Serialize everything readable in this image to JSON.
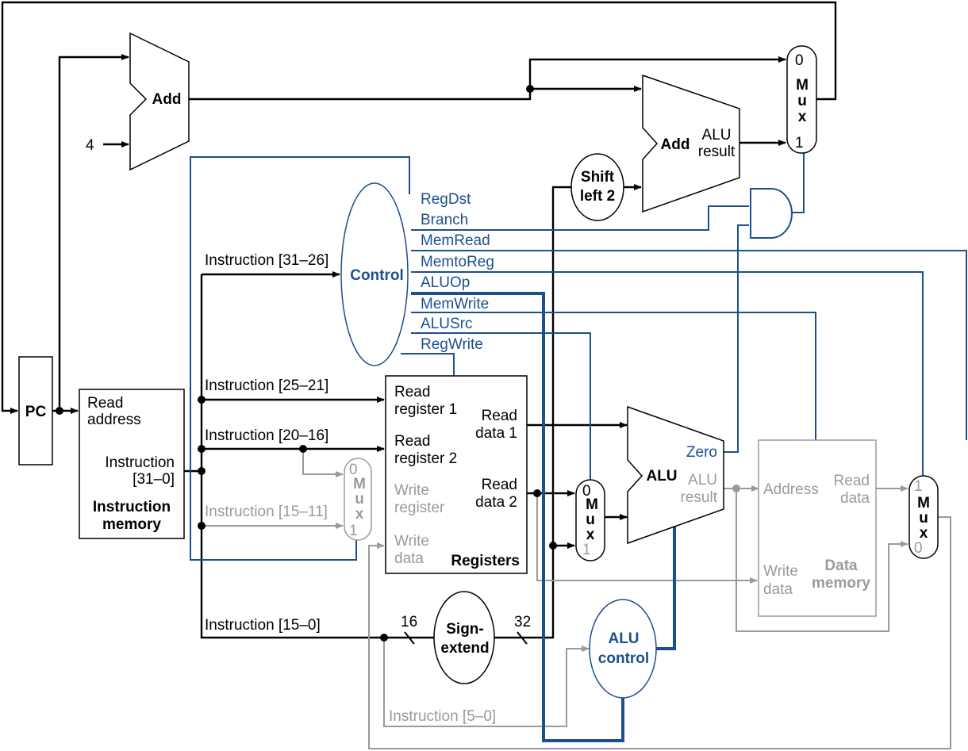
{
  "components": {
    "pc": "PC",
    "add_top": "Add",
    "const_four": "4",
    "add_branch": {
      "label": "Add",
      "result1": "ALU",
      "result2": "result"
    },
    "shift_left": {
      "line1": "Shift",
      "line2": "left 2"
    },
    "mux_pc": {
      "in0": "0",
      "in1": "1",
      "m": "M",
      "u": "u",
      "x": "x"
    },
    "mux_regdst": {
      "in0": "0",
      "in1": "1",
      "m": "M",
      "u": "u",
      "x": "x"
    },
    "mux_alusrc": {
      "in0": "0",
      "in1": "1",
      "m": "M",
      "u": "u",
      "x": "x"
    },
    "mux_memtoreg": {
      "in0": "0",
      "in1": "1",
      "m": "M",
      "u": "u",
      "x": "x"
    },
    "control": "Control",
    "instruction_memory": {
      "read_address_1": "Read",
      "read_address_2": "address",
      "instruction_1": "Instruction",
      "instruction_2": "[31–0]",
      "name_1": "Instruction",
      "name_2": "memory"
    },
    "registers": {
      "read_reg1_a": "Read",
      "read_reg1_b": "register 1",
      "read_reg2_a": "Read",
      "read_reg2_b": "register 2",
      "write_reg_a": "Write",
      "write_reg_b": "register",
      "write_data_a": "Write",
      "write_data_b": "data",
      "read_data1_a": "Read",
      "read_data1_b": "data 1",
      "read_data2_a": "Read",
      "read_data2_b": "data 2",
      "name": "Registers"
    },
    "alu": {
      "label": "ALU",
      "zero": "Zero",
      "result1": "ALU",
      "result2": "result"
    },
    "data_memory": {
      "address": "Address",
      "read_data_a": "Read",
      "read_data_b": "data",
      "write_data_a": "Write",
      "write_data_b": "data",
      "name_1": "Data",
      "name_2": "memory"
    },
    "sign_extend": {
      "line1": "Sign-",
      "line2": "extend",
      "in_bits": "16",
      "out_bits": "32"
    },
    "alu_control": {
      "line1": "ALU",
      "line2": "control"
    }
  },
  "control_signals": [
    "RegDst",
    "Branch",
    "MemRead",
    "MemtoReg",
    "ALUOp",
    "MemWrite",
    "ALUSrc",
    "RegWrite"
  ],
  "instruction_fields": {
    "f31_26": "Instruction [31–26]",
    "f25_21": "Instruction [25–21]",
    "f20_16": "Instruction [20–16]",
    "f15_11": "Instruction [15–11]",
    "f15_0": "Instruction [15–0]",
    "f5_0": "Instruction [5–0]"
  },
  "colors": {
    "datapath": "#000000",
    "control": "#1c4f8f",
    "inactive": "#9a9a9a"
  }
}
